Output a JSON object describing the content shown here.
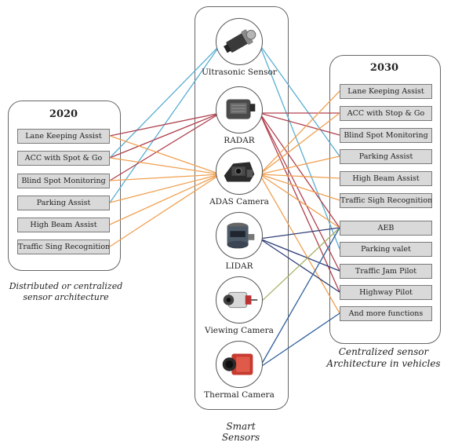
{
  "left_panel": {
    "title": "2020",
    "items": [
      "Lane Keeping Assist",
      "ACC with Spot & Go",
      "Blind Spot Monitoring",
      "Parking Assist",
      "High Beam Assist",
      "Traffic Sing Recognition"
    ],
    "caption_line1": "Distributed or centralized",
    "caption_line2": "sensor architecture"
  },
  "center_panel": {
    "sensors": [
      {
        "label": "Ultrasonic Sensor",
        "icon": "ultrasonic-sensor-icon"
      },
      {
        "label": "RADAR",
        "icon": "radar-icon"
      },
      {
        "label": "ADAS Camera",
        "icon": "adas-camera-icon"
      },
      {
        "label": "LIDAR",
        "icon": "lidar-icon"
      },
      {
        "label": "Viewing Camera",
        "icon": "viewing-camera-icon"
      },
      {
        "label": "Thermal Camera",
        "icon": "thermal-camera-icon"
      }
    ],
    "caption_line1": "Smart",
    "caption_line2": "Sensors"
  },
  "right_panel": {
    "title": "2030",
    "items": [
      "Lane Keeping Assist",
      "ACC with Stop & Go",
      "Blind Spot Monitoring",
      "Parking Assist",
      "High Beam Assist",
      "Traffic Sigh Recognition",
      "AEB",
      "Parking valet",
      "Traffic Jam Pilot",
      "Highway Pilot",
      "And more functions"
    ],
    "caption_line1": "Centralized sensor",
    "caption_line2": "Architecture in vehicles"
  },
  "connection_colors": {
    "ultrasonic": "#5aaed4",
    "radar": "#b0414e",
    "adas_camera": "#f0a050",
    "lidar": "#2f3f78",
    "viewing_camera": "#a8b468",
    "thermal_camera": "#2f5f9a"
  },
  "connections": {
    "left": [
      {
        "sensor": 0,
        "item": 1
      },
      {
        "sensor": 0,
        "item": 3
      },
      {
        "sensor": 1,
        "item": 0
      },
      {
        "sensor": 1,
        "item": 1
      },
      {
        "sensor": 1,
        "item": 2
      },
      {
        "sensor": 2,
        "item": 0
      },
      {
        "sensor": 2,
        "item": 1
      },
      {
        "sensor": 2,
        "item": 2
      },
      {
        "sensor": 2,
        "item": 3
      },
      {
        "sensor": 2,
        "item": 4
      },
      {
        "sensor": 2,
        "item": 5
      }
    ],
    "right": [
      {
        "sensor": 0,
        "item": 3
      },
      {
        "sensor": 0,
        "item": 7
      },
      {
        "sensor": 1,
        "item": 1
      },
      {
        "sensor": 1,
        "item": 2
      },
      {
        "sensor": 1,
        "item": 6
      },
      {
        "sensor": 1,
        "item": 8
      },
      {
        "sensor": 1,
        "item": 9
      },
      {
        "sensor": 2,
        "item": 0
      },
      {
        "sensor": 2,
        "item": 1
      },
      {
        "sensor": 2,
        "item": 3
      },
      {
        "sensor": 2,
        "item": 4
      },
      {
        "sensor": 2,
        "item": 5
      },
      {
        "sensor": 2,
        "item": 6
      },
      {
        "sensor": 2,
        "item": 10
      },
      {
        "sensor": 3,
        "item": 6
      },
      {
        "sensor": 3,
        "item": 8
      },
      {
        "sensor": 3,
        "item": 9
      },
      {
        "sensor": 4,
        "item": 6
      },
      {
        "sensor": 5,
        "item": 6
      },
      {
        "sensor": 5,
        "item": 10
      }
    ]
  }
}
